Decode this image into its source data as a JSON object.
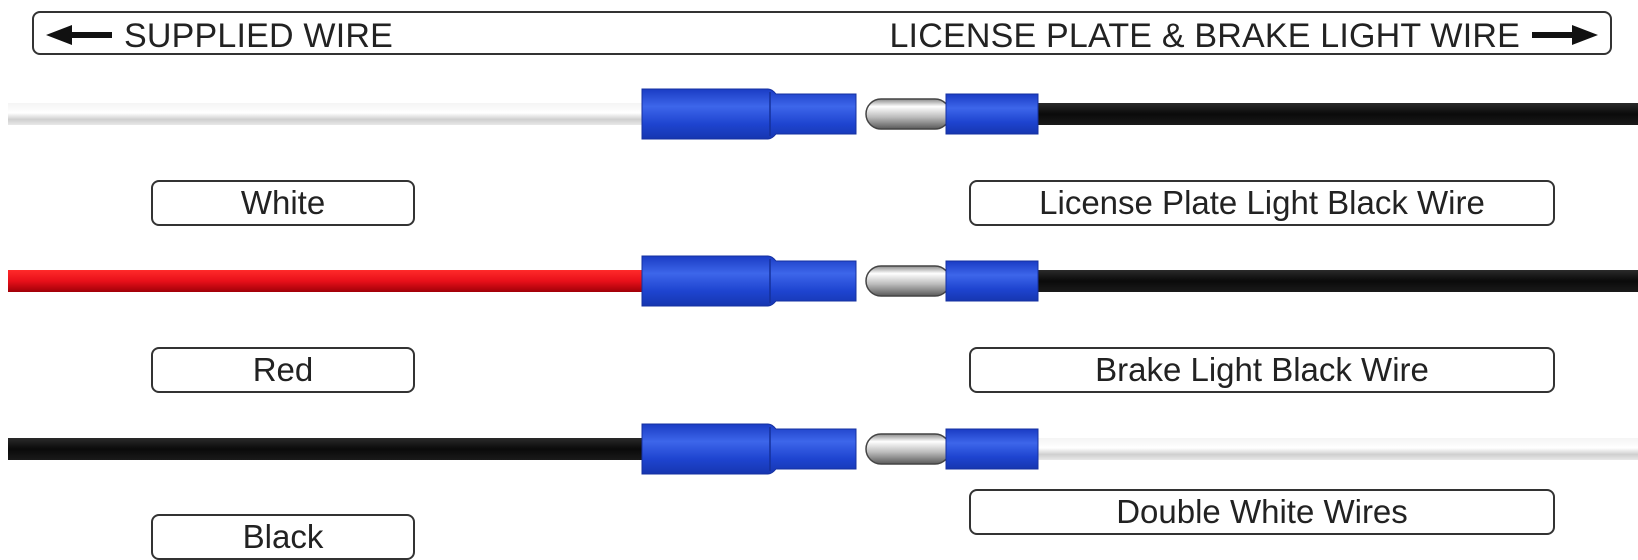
{
  "header": {
    "left_label": "SUPPLIED WIRE",
    "right_label": "LICENSE PLATE & BRAKE LIGHT WIRE"
  },
  "colors": {
    "connector_blue": "#1e44d0",
    "connector_blue_light": "#3d66ea",
    "white_wire": "#e6e6e6",
    "red_wire": "#e8101a",
    "black_wire": "#111111",
    "pin_metal": "#c9c9c9"
  },
  "rows": [
    {
      "left_label": "White",
      "right_label": "License Plate Light Black Wire",
      "left_wire_color": "white",
      "right_wire_color": "black"
    },
    {
      "left_label": "Red",
      "right_label": "Brake Light Black Wire",
      "left_wire_color": "red",
      "right_wire_color": "black"
    },
    {
      "left_label": "Black",
      "right_label": "Double White Wires",
      "left_wire_color": "black",
      "right_wire_color": "white"
    }
  ]
}
